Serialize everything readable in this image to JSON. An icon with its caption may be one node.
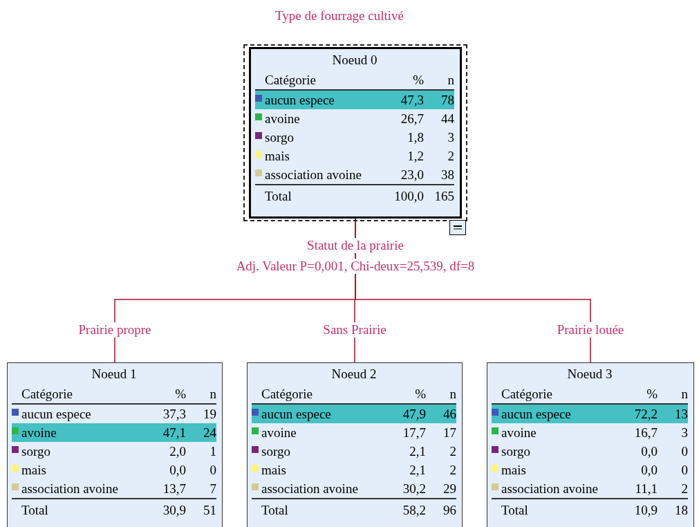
{
  "diagram": {
    "title": "Type de fourrage cultivé",
    "nodes": [
      {
        "text": [
          "Noeud 0",
          "Catégorie",
          "%",
          "n",
          "aucun espece",
          "47,3",
          "78",
          "avoine",
          "26,7",
          "44",
          "sorgo",
          "1,8",
          "3",
          "mais",
          "1,2",
          "2",
          "association avoine",
          "23,0",
          "38",
          "Total",
          "100,0",
          "165"
        ]
      },
      {
        "text": [
          "Noeud 1",
          "Catégorie",
          "%",
          "n",
          "aucun espece",
          "37,3",
          "19",
          "avoine",
          "47,1",
          "24",
          "sorgo",
          "2,0",
          "1",
          "mais",
          "0,0",
          "0",
          "association avoine",
          "13,7",
          "7",
          "Total",
          "30,9",
          "51"
        ]
      },
      {
        "text": [
          "Noeud 2",
          "Catégorie",
          "%",
          "n",
          "aucun espece",
          "47,9",
          "46",
          "avoine",
          "17,7",
          "17",
          "sorgo",
          "2,1",
          "2",
          "mais",
          "2,1",
          "2",
          "association avoine",
          "30,2",
          "29",
          "Total",
          "58,2",
          "96"
        ]
      },
      {
        "text": [
          "Noeud 3",
          "Catégorie",
          "%",
          "n",
          "aucun espece",
          "72,2",
          "13",
          "avoine",
          "16,7",
          "3",
          "sorgo",
          "0,0",
          "0",
          "mais",
          "0,0",
          "0",
          "association avoine",
          "11,1",
          "2",
          "Total",
          "10,9",
          "18"
        ]
      }
    ],
    "edges": [
      {
        "from": 0,
        "to": 1,
        "arrow": "none",
        "label": "Prairie propre"
      },
      {
        "from": 0,
        "to": 2,
        "arrow": "none",
        "label": "Sans Prairie"
      },
      {
        "from": 0,
        "to": 3,
        "arrow": "none",
        "label": "Prairie louée"
      }
    ],
    "labels": [
      "Statut de la prairie",
      "Adj. Valeur P=0,001, Chi-deux=25,539, df=8"
    ]
  }
}
